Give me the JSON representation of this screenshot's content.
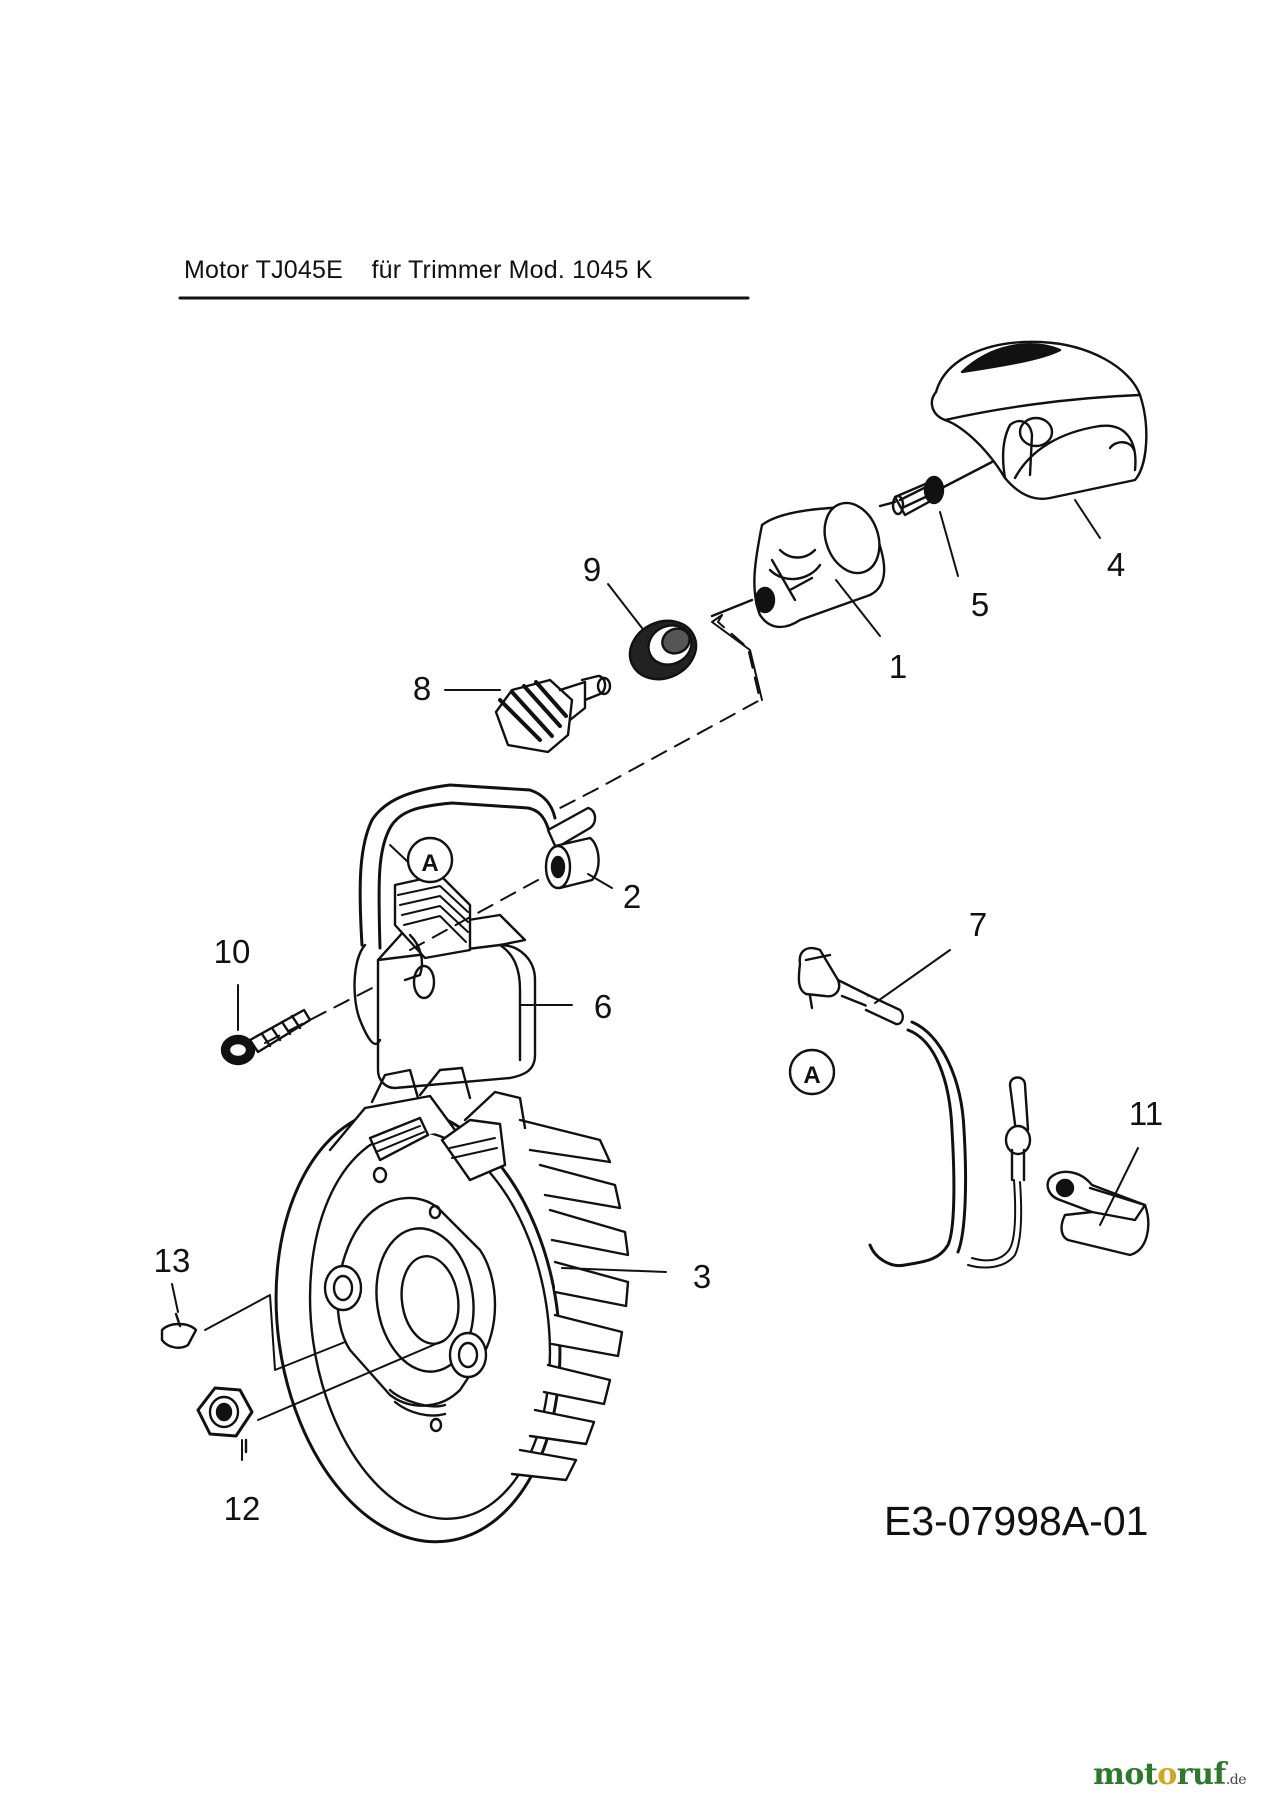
{
  "header": {
    "title": "Motor TJ045E    für Trimmer Mod. 1045 K"
  },
  "drawing_code": "E3-07998A-01",
  "watermark": {
    "a": "mot",
    "b": "o",
    "c": "ruf",
    "tld": ".de"
  },
  "callouts": {
    "c1": "1",
    "c2": "2",
    "c3": "3",
    "c4": "4",
    "c5": "5",
    "c6": "6",
    "c7": "7",
    "c8": "8",
    "c9": "9",
    "c10": "10",
    "c11": "11",
    "c12": "12",
    "c13": "13"
  },
  "connectors": {
    "marker": "A"
  }
}
